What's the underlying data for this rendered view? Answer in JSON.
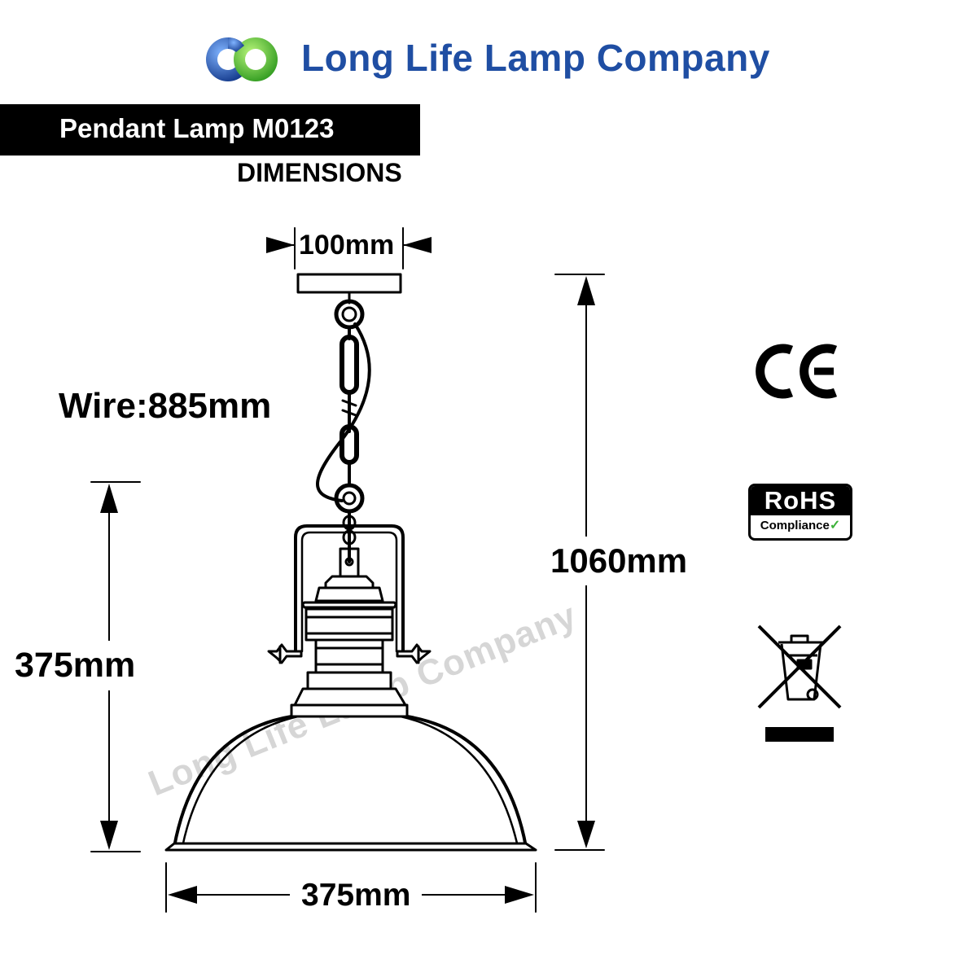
{
  "brand": {
    "company_name": "Long Life Lamp Company",
    "logo_icon": "interlocking-rings-logo",
    "brand_color": "#1f4ea3",
    "accent_green": "#3db23a"
  },
  "header": {
    "product_title": "Pendant Lamp M0123",
    "section_title": "DIMENSIONS"
  },
  "dimensions": {
    "canopy_width": "100mm",
    "wire_length": "Wire:885mm",
    "total_height": "1060mm",
    "shade_height": "375mm",
    "shade_width": "375mm"
  },
  "certifications": {
    "ce": "CE",
    "rohs_title": "RoHS",
    "rohs_subtitle": "Compliance",
    "weee_icon": "crossed-out-wheelie-bin-icon"
  },
  "watermark": "Long Life Lamp Company"
}
